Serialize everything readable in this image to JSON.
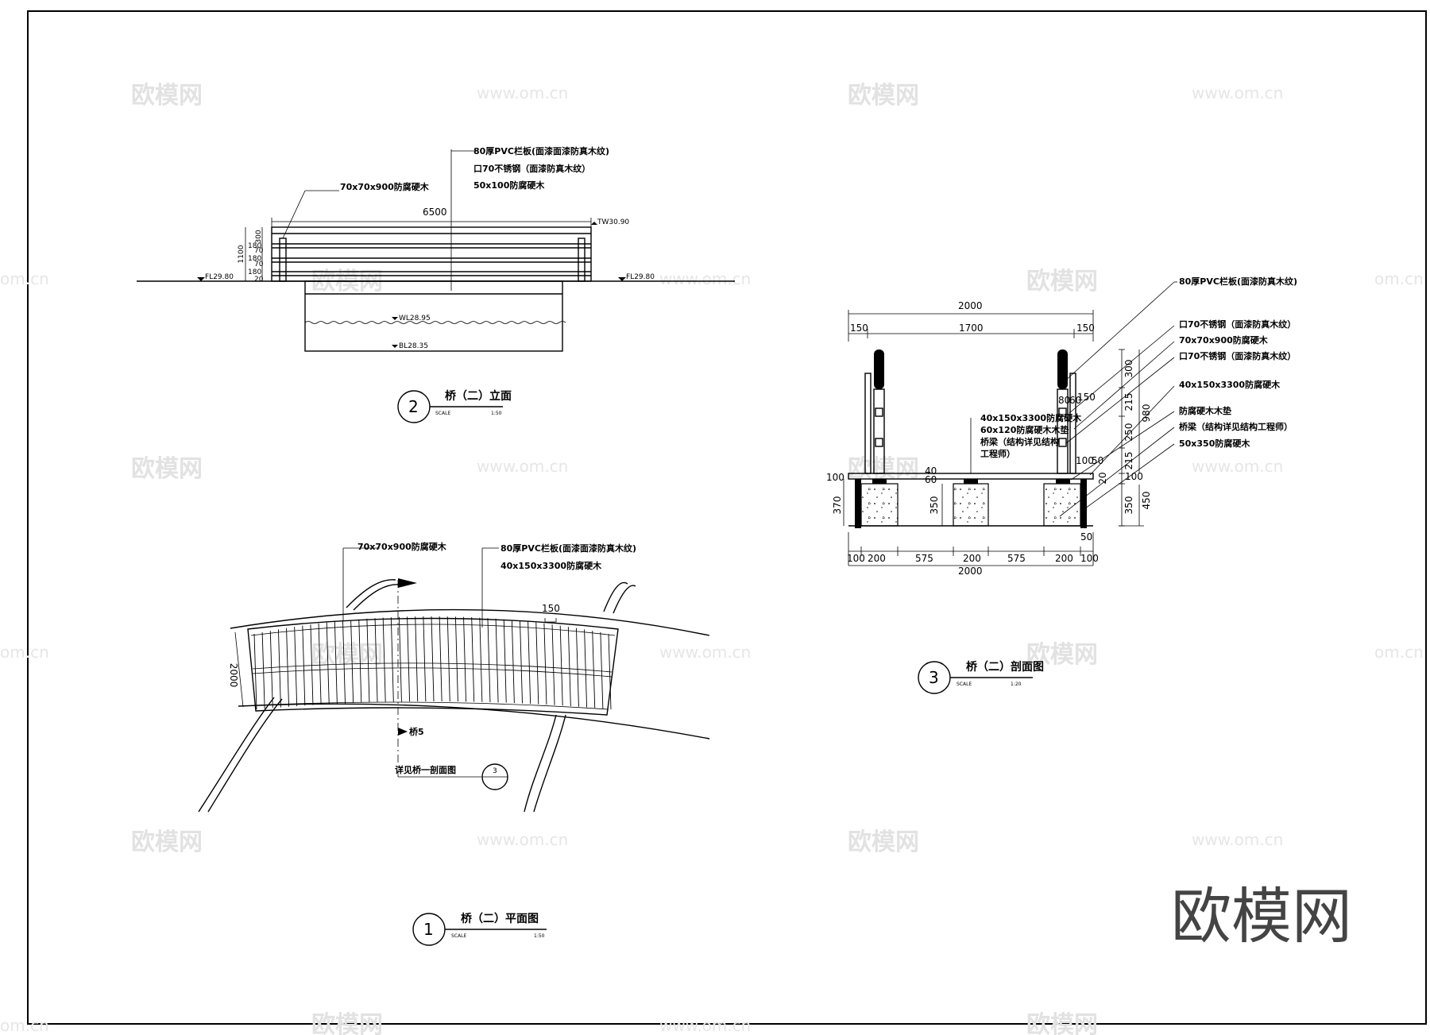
{
  "watermark": {
    "logo": "欧模网",
    "url": "www.om.cn",
    "url_partial": "om.cn",
    "brand": "欧模网"
  },
  "elevation": {
    "number": "2",
    "title": "桥（二）立面",
    "scale_label": "SCALE",
    "scale": "1:50",
    "callouts": [
      "80厚PVC栏板(面漆面漆防真木纹)",
      "口70不锈钢（面漆防真木纹）",
      "50x100防腐硬木",
      "70x70x900防腐硬木"
    ],
    "span": "6500",
    "height": "1100",
    "stack_dims": [
      "300",
      "180",
      "70",
      "180",
      "70",
      "180",
      "20"
    ],
    "levels": {
      "tw": "TW30.90",
      "fl_left": "FL29.80",
      "fl_right": "FL29.80",
      "wl": "WL28.95",
      "bl": "BL28.35"
    }
  },
  "plan": {
    "number": "1",
    "title": "桥（二）平面图",
    "scale_label": "SCALE",
    "scale": "1:50",
    "callouts": [
      "70x70x900防腐硬木",
      "80厚PVC栏板(面漆面漆防真木纹)",
      "40x150x3300防腐硬木"
    ],
    "dim_width": "2000",
    "dim_spacing": "150",
    "cut_label": "桥5",
    "ref_note": "详见桥一剖面图",
    "ref_num": "3"
  },
  "section": {
    "number": "3",
    "title": "桥（二）剖面图",
    "scale_label": "SCALE",
    "scale": "1:20",
    "top_total": "2000",
    "top_dims": [
      "150",
      "1700",
      "150"
    ],
    "bottom_dims": [
      "100",
      "200",
      "575",
      "200",
      "575",
      "200",
      "100"
    ],
    "bottom_total": "2000",
    "left_dims": [
      "100",
      "370"
    ],
    "mid_dims": [
      "40",
      "60",
      "350"
    ],
    "post_dims": [
      "80",
      "60",
      "150"
    ],
    "right_inner_dims": [
      "100",
      "50",
      "20",
      "50"
    ],
    "right_stack": [
      "300",
      "215",
      "250",
      "215",
      "100",
      "350"
    ],
    "right_totals": [
      "980",
      "450"
    ],
    "inner_callouts": [
      "40x150x3300防腐硬木",
      "60x120防腐硬木木垫",
      "桥梁（结构详见结构",
      "工程师）"
    ],
    "right_callouts": [
      "80厚PVC栏板(面漆防真木纹)",
      "口70不锈钢（面漆防真木纹）",
      "70x70x900防腐硬木",
      "口70不锈钢（面漆防真木纹）",
      "40x150x3300防腐硬木",
      "防腐硬木木垫",
      "桥梁（结构详见结构工程师）",
      "50x350防腐硬木"
    ]
  }
}
